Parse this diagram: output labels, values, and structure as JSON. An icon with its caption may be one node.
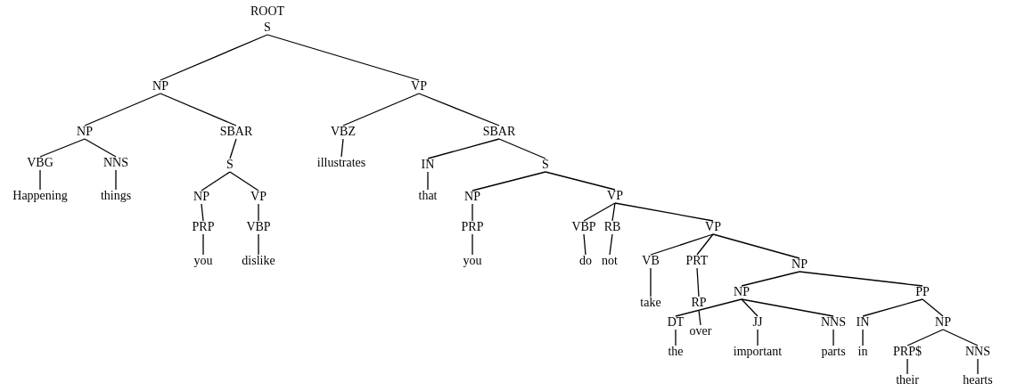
{
  "diagram": {
    "nodes": [
      {
        "text": [
          "ROOT"
        ]
      },
      {
        "text": [
          "S"
        ]
      },
      {
        "text": [
          "NP"
        ]
      },
      {
        "text": [
          "VP"
        ]
      },
      {
        "text": [
          "NP"
        ]
      },
      {
        "text": [
          "SBAR"
        ]
      },
      {
        "text": [
          "VBZ"
        ]
      },
      {
        "text": [
          "SBAR"
        ]
      },
      {
        "text": [
          "VBG"
        ]
      },
      {
        "text": [
          "NNS"
        ]
      },
      {
        "text": [
          "S"
        ]
      },
      {
        "text": [
          "illustrates"
        ]
      },
      {
        "text": [
          "IN"
        ]
      },
      {
        "text": [
          "S"
        ]
      },
      {
        "text": [
          "Happening"
        ]
      },
      {
        "text": [
          "things"
        ]
      },
      {
        "text": [
          "NP"
        ]
      },
      {
        "text": [
          "VP"
        ]
      },
      {
        "text": [
          "that"
        ]
      },
      {
        "text": [
          "NP"
        ]
      },
      {
        "text": [
          "VP"
        ]
      },
      {
        "text": [
          "PRP"
        ]
      },
      {
        "text": [
          "VBP"
        ]
      },
      {
        "text": [
          "PRP"
        ]
      },
      {
        "text": [
          "VBP"
        ]
      },
      {
        "text": [
          "RB"
        ]
      },
      {
        "text": [
          "VP"
        ]
      },
      {
        "text": [
          "you"
        ]
      },
      {
        "text": [
          "dislike"
        ]
      },
      {
        "text": [
          "you"
        ]
      },
      {
        "text": [
          "do"
        ]
      },
      {
        "text": [
          "not"
        ]
      },
      {
        "text": [
          "VB"
        ]
      },
      {
        "text": [
          "PRT"
        ]
      },
      {
        "text": [
          "NP"
        ]
      },
      {
        "text": [
          "take"
        ]
      },
      {
        "text": [
          "RP"
        ]
      },
      {
        "text": [
          "NP"
        ]
      },
      {
        "text": [
          "PP"
        ]
      },
      {
        "text": [
          "over"
        ]
      },
      {
        "text": [
          "DT"
        ]
      },
      {
        "text": [
          "JJ"
        ]
      },
      {
        "text": [
          "NNS"
        ]
      },
      {
        "text": [
          "IN"
        ]
      },
      {
        "text": [
          "NP"
        ]
      },
      {
        "text": [
          "the"
        ]
      },
      {
        "text": [
          "important"
        ]
      },
      {
        "text": [
          "parts"
        ]
      },
      {
        "text": [
          "in"
        ]
      },
      {
        "text": [
          "PRP$"
        ]
      },
      {
        "text": [
          "NNS"
        ]
      },
      {
        "text": [
          "their"
        ]
      },
      {
        "text": [
          "hearts"
        ]
      }
    ],
    "edges": [
      {
        "from": 1,
        "to": 2,
        "arrow": "none"
      },
      {
        "from": 1,
        "to": 3,
        "arrow": "none"
      },
      {
        "from": 2,
        "to": 4,
        "arrow": "none"
      },
      {
        "from": 2,
        "to": 5,
        "arrow": "none"
      },
      {
        "from": 3,
        "to": 6,
        "arrow": "none"
      },
      {
        "from": 3,
        "to": 7,
        "arrow": "none"
      },
      {
        "from": 4,
        "to": 8,
        "arrow": "none"
      },
      {
        "from": 4,
        "to": 9,
        "arrow": "none"
      },
      {
        "from": 5,
        "to": 10,
        "arrow": "none"
      },
      {
        "from": 6,
        "to": 11,
        "arrow": "none"
      },
      {
        "from": 7,
        "to": 12,
        "arrow": "none"
      },
      {
        "from": 7,
        "to": 13,
        "arrow": "none"
      },
      {
        "from": 8,
        "to": 14,
        "arrow": "none"
      },
      {
        "from": 9,
        "to": 15,
        "arrow": "none"
      },
      {
        "from": 10,
        "to": 16,
        "arrow": "none"
      },
      {
        "from": 10,
        "to": 17,
        "arrow": "none"
      },
      {
        "from": 12,
        "to": 18,
        "arrow": "none"
      },
      {
        "from": 13,
        "to": 19,
        "arrow": "none"
      },
      {
        "from": 13,
        "to": 20,
        "arrow": "none"
      },
      {
        "from": 16,
        "to": 21,
        "arrow": "none"
      },
      {
        "from": 17,
        "to": 22,
        "arrow": "none"
      },
      {
        "from": 19,
        "to": 23,
        "arrow": "none"
      },
      {
        "from": 20,
        "to": 24,
        "arrow": "none"
      },
      {
        "from": 20,
        "to": 25,
        "arrow": "none"
      },
      {
        "from": 20,
        "to": 26,
        "arrow": "none"
      },
      {
        "from": 21,
        "to": 27,
        "arrow": "none"
      },
      {
        "from": 22,
        "to": 28,
        "arrow": "none"
      },
      {
        "from": 23,
        "to": 29,
        "arrow": "none"
      },
      {
        "from": 24,
        "to": 30,
        "arrow": "none"
      },
      {
        "from": 25,
        "to": 31,
        "arrow": "none"
      },
      {
        "from": 26,
        "to": 32,
        "arrow": "none"
      },
      {
        "from": 26,
        "to": 33,
        "arrow": "none"
      },
      {
        "from": 26,
        "to": 34,
        "arrow": "none"
      },
      {
        "from": 32,
        "to": 35,
        "arrow": "none"
      },
      {
        "from": 33,
        "to": 36,
        "arrow": "none"
      },
      {
        "from": 34,
        "to": 37,
        "arrow": "none"
      },
      {
        "from": 34,
        "to": 38,
        "arrow": "none"
      },
      {
        "from": 36,
        "to": 39,
        "arrow": "none"
      },
      {
        "from": 37,
        "to": 40,
        "arrow": "none"
      },
      {
        "from": 37,
        "to": 41,
        "arrow": "none"
      },
      {
        "from": 37,
        "to": 42,
        "arrow": "none"
      },
      {
        "from": 38,
        "to": 43,
        "arrow": "none"
      },
      {
        "from": 38,
        "to": 44,
        "arrow": "none"
      },
      {
        "from": 40,
        "to": 45,
        "arrow": "none"
      },
      {
        "from": 41,
        "to": 46,
        "arrow": "none"
      },
      {
        "from": 42,
        "to": 47,
        "arrow": "none"
      },
      {
        "from": 43,
        "to": 48,
        "arrow": "none"
      },
      {
        "from": 44,
        "to": 49,
        "arrow": "none"
      },
      {
        "from": 44,
        "to": 50,
        "arrow": "none"
      },
      {
        "from": 49,
        "to": 51,
        "arrow": "none"
      },
      {
        "from": 50,
        "to": 52,
        "arrow": "none"
      }
    ]
  }
}
